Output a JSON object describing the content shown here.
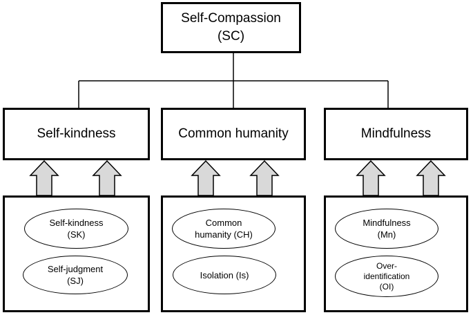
{
  "root": {
    "title": "Self-Compassion",
    "abbr": "(SC)"
  },
  "components": [
    {
      "label": "Self-kindness",
      "items": [
        {
          "lines": [
            "Self-kindness",
            "(SK)"
          ]
        },
        {
          "lines": [
            "Self-judgment",
            "(SJ)"
          ]
        }
      ]
    },
    {
      "label": "Common humanity",
      "items": [
        {
          "lines": [
            "Common",
            "humanity (CH)"
          ]
        },
        {
          "lines": [
            "Isolation (Is)"
          ]
        }
      ]
    },
    {
      "label": "Mindfulness",
      "items": [
        {
          "lines": [
            "Mindfulness",
            "(Mn)"
          ]
        },
        {
          "lines": [
            "Over-",
            "identification",
            "(OI)"
          ]
        }
      ]
    }
  ],
  "colors": {
    "border": "#000000",
    "arrow_fill": "#d9d9d9",
    "background": "#ffffff"
  }
}
